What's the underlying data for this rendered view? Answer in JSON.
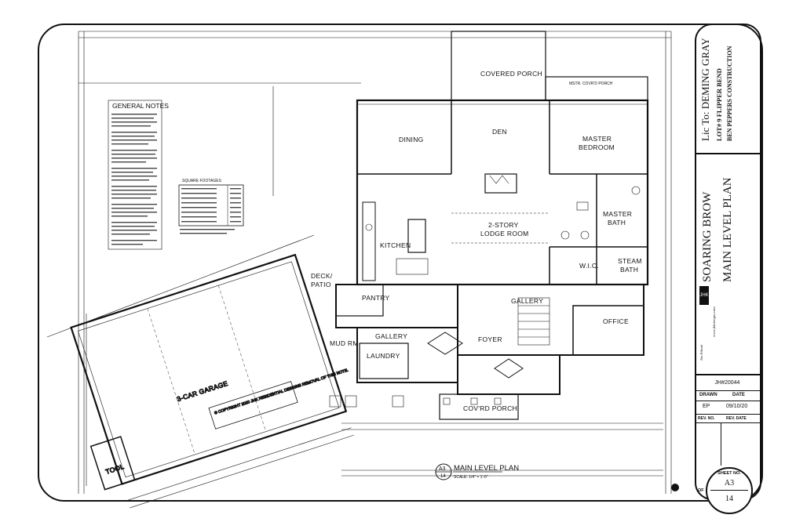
{
  "plan": {
    "title": "MAIN LEVEL PLAN",
    "scale": "SCALE: 1/4\" = 1'-0\"",
    "ref_top": "A3",
    "ref_bottom": "14",
    "general_notes_title": "GENERAL NOTES",
    "square_footage_title": "SQUARE FOOTAGES",
    "copyright_note": "© COPYRIGHT 2020 JHK RESIDENTIAL DESIGNS REMOVAL OF THIS NOTE.",
    "rooms": {
      "covered_porch": "COVERED PORCH",
      "mstr_covrd_porch": "MSTR. COVR'D PORCH",
      "dining": "DINING",
      "den": "DEN",
      "master_bedroom_1": "MASTER",
      "master_bedroom_2": "BEDROOM",
      "kitchen": "KITCHEN",
      "lodge_room_1": "2-STORY",
      "lodge_room_2": "LODGE ROOM",
      "master_bath_1": "MASTER",
      "master_bath_2": "BATH",
      "wic": "W.I.C.",
      "steam_bath_1": "STEAM",
      "steam_bath_2": "BATH",
      "deck_patio_1": "DECK/",
      "deck_patio_2": "PATIO",
      "pantry": "PANTRY",
      "gallery_right": "GALLERY",
      "gallery_left": "GALLERY",
      "office": "OFFICE",
      "mud_rm": "MUD RM.",
      "laundry": "LAUNDRY",
      "foyer": "FOYER",
      "garage": "3-CAR GARAGE",
      "covrd_porch": "COV'RD PORCH",
      "tool": "TOOL"
    }
  },
  "title_block": {
    "lic_to": "Lic To: DEMING GRAY",
    "lot": "LOT# 9 FLIPPER BEND",
    "builder": "BEN PEPPERS CONSTRUCTION",
    "project": "SOARING BROW",
    "sheet_title": "MAIN LEVEL PLAN",
    "firm_logo": "JHK",
    "firm_name": "Jim Kibord",
    "website": "www.jhkdesigns.com",
    "job_no": "JH#20044",
    "drawn_label": "DRAWN",
    "date_label": "DATE",
    "drawn_by": "EP",
    "date": "09/10/20",
    "rev_no_label": "REV. NO.",
    "rev_date_label": "REV. DATE",
    "sheet_no_label": "SHEET NO.",
    "sheet_no": "A3",
    "of_label": "OF",
    "sheet_total": "14"
  }
}
